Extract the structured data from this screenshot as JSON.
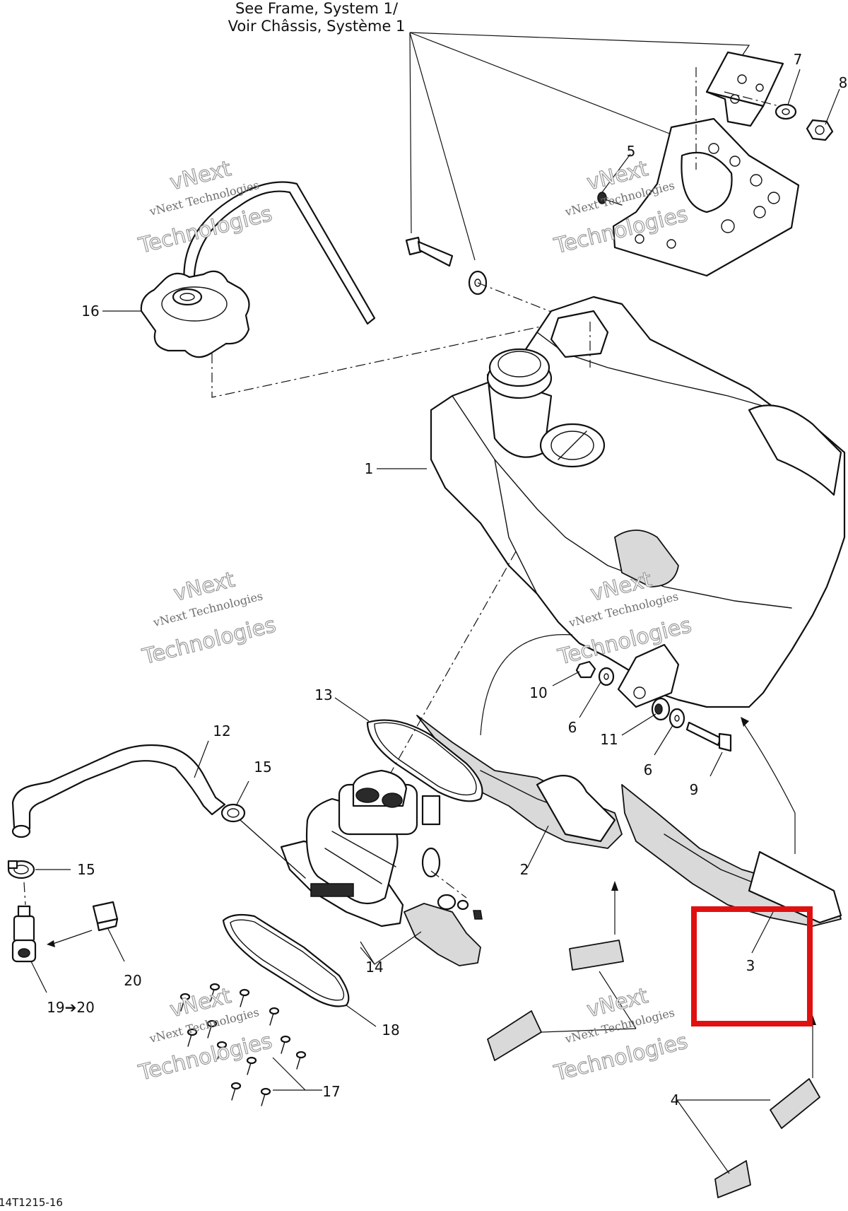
{
  "header": {
    "line1": "See Frame, System 1/",
    "line2": "Voir Châssis, Système 1"
  },
  "figure_code": "14T1215-16",
  "watermark": {
    "line1": "vNext",
    "line2": "vNext Technologies",
    "line3": "Technologies"
  },
  "labels": {
    "p1": "1",
    "p2": "2",
    "p3": "3",
    "p4": "4",
    "p5": "5",
    "p6a": "6",
    "p6b": "6",
    "p7": "7",
    "p8": "8",
    "p9": "9",
    "p10": "10",
    "p11": "11",
    "p12": "12",
    "p13": "13",
    "p14": "14",
    "p15a": "15",
    "p15b": "15",
    "p16": "16",
    "p17": "17",
    "p18": "18",
    "p19_20": "19➔20",
    "p20": "20"
  },
  "highlight": {
    "color": "#e01010",
    "target_part": "3"
  }
}
